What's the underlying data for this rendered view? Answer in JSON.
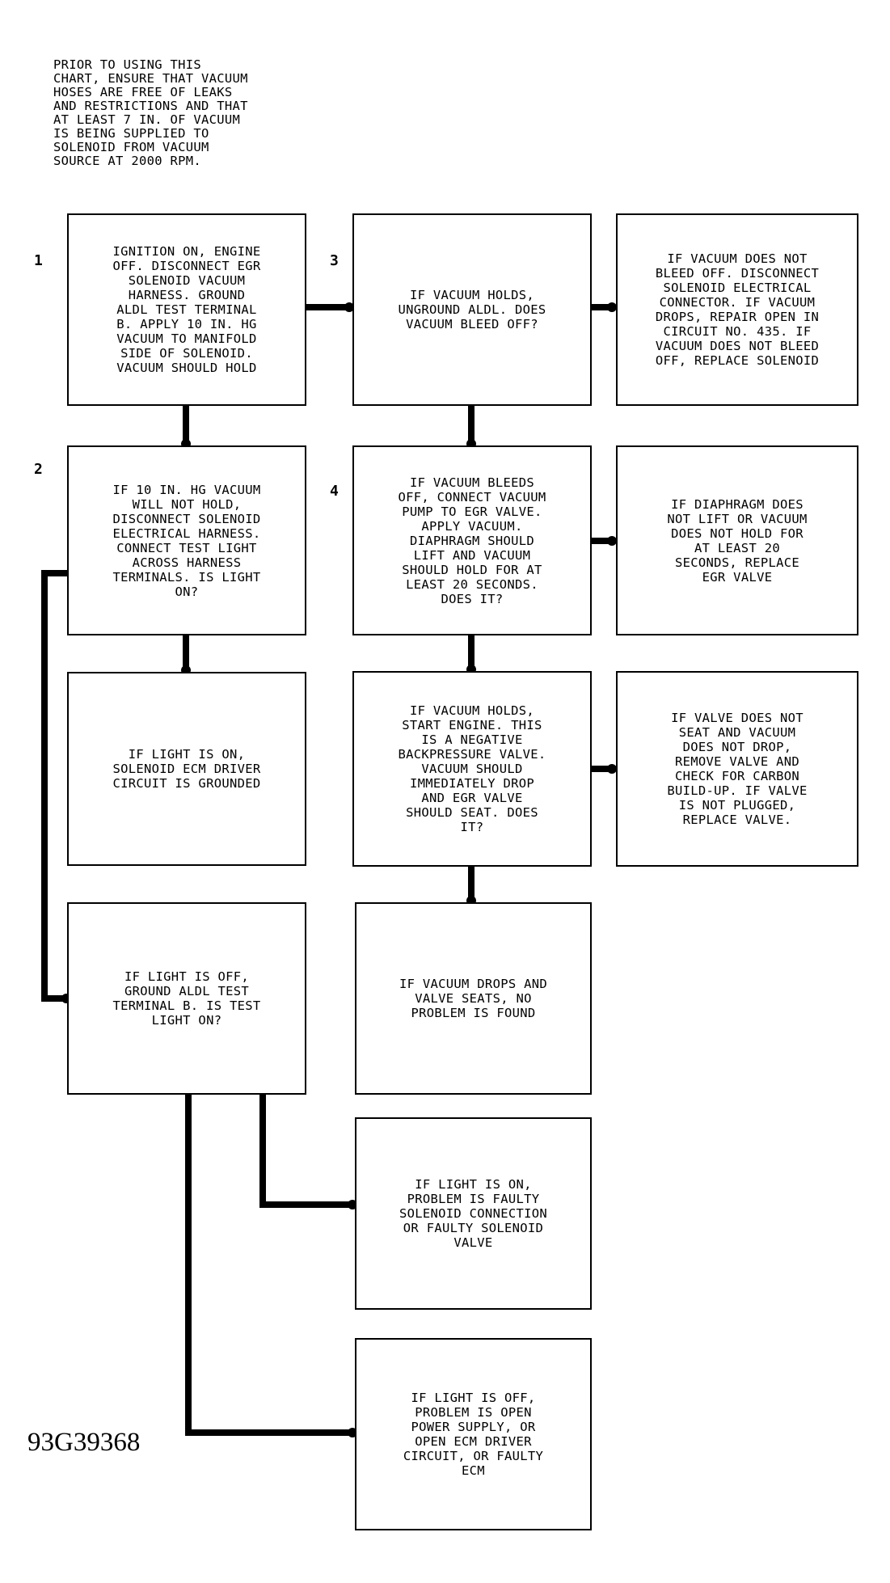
{
  "intro": "PRIOR TO USING THIS\nCHART, ENSURE THAT VACUUM\nHOSES ARE FREE OF LEAKS\nAND RESTRICTIONS AND THAT\nAT LEAST 7 IN. OF VACUUM\nIS BEING SUPPLIED TO\nSOLENOID FROM VACUUM\nSOURCE AT 2000 RPM.",
  "step_numbers": {
    "s1": "1",
    "s2": "2",
    "s3": "3",
    "s4": "4"
  },
  "boxes": {
    "b1": "IGNITION ON, ENGINE\nOFF. DISCONNECT EGR\nSOLENOID VACUUM\nHARNESS. GROUND\nALDL TEST TERMINAL\nB. APPLY 10 IN. HG\nVACUUM TO MANIFOLD\nSIDE OF SOLENOID.\nVACUUM SHOULD HOLD",
    "b3": "IF VACUUM HOLDS,\nUNGROUND ALDL. DOES\nVACUUM BLEED OFF?",
    "b3r": "IF VACUUM DOES NOT\nBLEED OFF. DISCONNECT\nSOLENOID ELECTRICAL\nCONNECTOR. IF VACUUM\nDROPS, REPAIR OPEN IN\nCIRCUIT NO. 435. IF\nVACUUM DOES NOT BLEED\nOFF, REPLACE SOLENOID",
    "b2": "IF 10 IN. HG VACUUM\nWILL NOT HOLD,\nDISCONNECT SOLENOID\nELECTRICAL HARNESS.\nCONNECT TEST LIGHT\nACROSS HARNESS\nTERMINALS. IS LIGHT\nON?",
    "b4": "IF VACUUM BLEEDS\nOFF, CONNECT VACUUM\nPUMP TO EGR VALVE.\nAPPLY VACUUM.\nDIAPHRAGM SHOULD\nLIFT AND VACUUM\nSHOULD HOLD FOR AT\nLEAST 20 SECONDS.\nDOES IT?",
    "b4r": "IF DIAPHRAGM DOES\nNOT LIFT OR VACUUM\nDOES NOT HOLD FOR\nAT LEAST 20\nSECONDS, REPLACE\nEGR VALVE",
    "b2a": "IF LIGHT IS ON,\nSOLENOID ECM DRIVER\nCIRCUIT IS GROUNDED",
    "b5": "IF VACUUM HOLDS,\nSTART ENGINE. THIS\nIS A NEGATIVE\nBACKPRESSURE VALVE.\nVACUUM SHOULD\nIMMEDIATELY DROP\nAND EGR VALVE\nSHOULD SEAT. DOES\nIT?",
    "b5r": "IF VALVE DOES NOT\nSEAT AND VACUUM\nDOES NOT DROP,\nREMOVE VALVE AND\nCHECK FOR CARBON\nBUILD-UP. IF VALVE\nIS NOT PLUGGED,\nREPLACE VALVE.",
    "b2b": "IF LIGHT IS OFF,\nGROUND ALDL TEST\nTERMINAL B. IS TEST\nLIGHT ON?",
    "b6": "IF VACUUM DROPS AND\nVALVE SEATS, NO\nPROBLEM IS FOUND",
    "b7": "IF LIGHT IS ON,\nPROBLEM IS FAULTY\nSOLENOID CONNECTION\nOR FAULTY SOLENOID\nVALVE",
    "b8": "IF LIGHT IS OFF,\nPROBLEM IS OPEN\nPOWER SUPPLY, OR\nOPEN ECM DRIVER\nCIRCUIT, OR FAULTY\nECM"
  },
  "figure_number": "93G39368"
}
